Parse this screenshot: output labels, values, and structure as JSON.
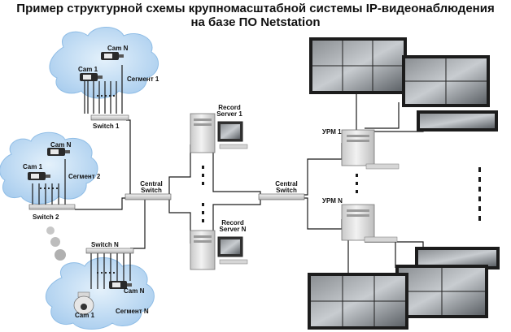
{
  "title": {
    "line1": "Пример структурной схемы крупномасштабной системы IP-видеонаблюдения",
    "line2": "на базе ПО Netstation"
  },
  "segments": [
    {
      "cam_first": "Cam 1",
      "cam_last": "Cam N",
      "segment": "Сегмент 1",
      "switch": "Switch 1"
    },
    {
      "cam_first": "Cam 1",
      "cam_last": "Cam N",
      "segment": "Сегмент 2",
      "switch": "Switch 2"
    },
    {
      "cam_first": "Cam 1",
      "cam_last": "Cam N",
      "segment": "Сегмент N",
      "switch": "Switch N"
    }
  ],
  "central_switch_left": {
    "line1": "Central",
    "line2": "Switch"
  },
  "central_switch_right": {
    "line1": "Central",
    "line2": "Switch"
  },
  "record_server_1": {
    "line1": "Record",
    "line2": "Server 1"
  },
  "record_server_n": {
    "line1": "Record",
    "line2": "Server N"
  },
  "workstation_1": "УРМ 1",
  "workstation_n": "УРМ N",
  "colors": {
    "cloud": "#bcd9f2",
    "cloud_edge": "#8fbde6",
    "line": "#1a1a1a",
    "monitor_frame": "#1c1c1c",
    "server_body": "#e3e3e3"
  }
}
